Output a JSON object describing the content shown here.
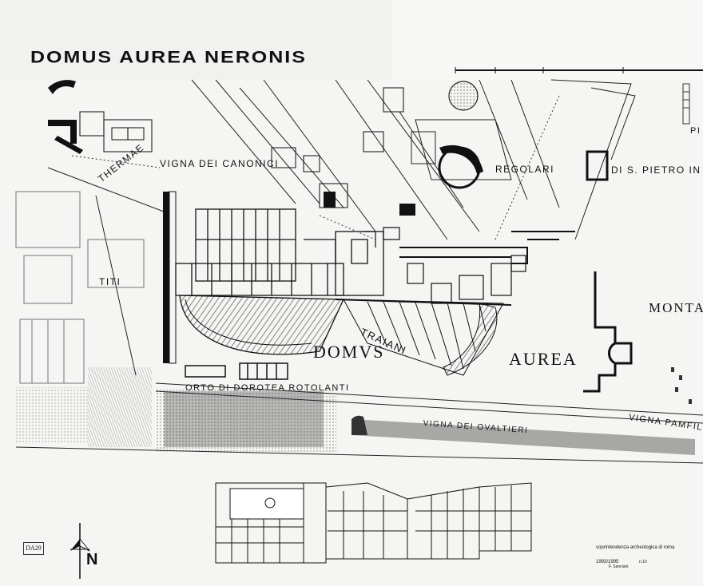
{
  "map": {
    "title": "DOMUS AUREA NERONIS",
    "labels": {
      "vigna_canonici": "VIGNA DEI CANONICI",
      "regolari": "REGOLARI",
      "di_s_pietro": "DI S. PIETRO IN",
      "thermae": "THERMAE",
      "titi": "TITI",
      "domus": "DOMVS",
      "traiani": "TRAIANI",
      "aurea": "AUREA",
      "monta": "MONTA",
      "orto_di_dorotea": "ORTO DI DOROTEA ROTOLANTI",
      "vigna_ovaltieri": "VIGNA DEI OVALTIERI",
      "vigna_pamfil": "VIGNA PAMFIL",
      "pi_fragment": "PI"
    },
    "north_letter": "N",
    "inventory_label": "DA29",
    "credits": {
      "line1": "soprintendenza archeologica di roma",
      "line2": "1993/1995",
      "line3": "n.10",
      "line4": "F. Sanciani"
    },
    "colors": {
      "ink": "#111111",
      "paper": "#f5f5f3",
      "hatch": "#555555"
    },
    "icons": [
      "north-arrow-icon",
      "scale-bar-icon"
    ]
  }
}
